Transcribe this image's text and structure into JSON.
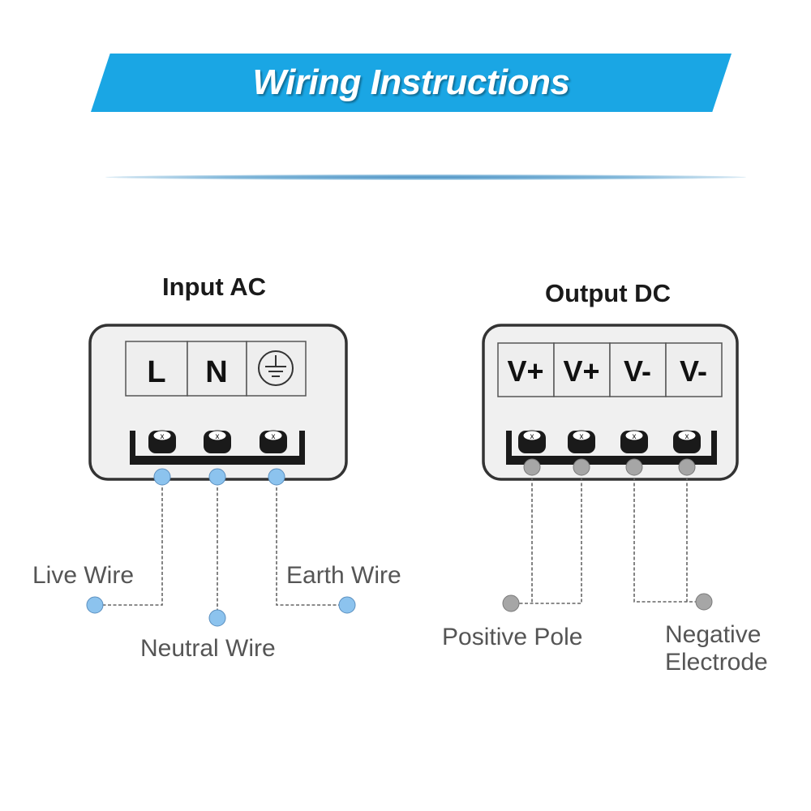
{
  "header": {
    "title": "Wiring Instructions"
  },
  "input_panel": {
    "title": "Input AC",
    "terminals": [
      "L",
      "N"
    ],
    "ground_icon": "earth-ground-icon",
    "labels": {
      "live": "Live Wire",
      "neutral": "Neutral Wire",
      "earth": "Earth Wire"
    }
  },
  "output_panel": {
    "title": "Output DC",
    "terminals": [
      "V+",
      "V+",
      "V-",
      "V-"
    ],
    "labels": {
      "positive": "Positive Pole",
      "negative_line1": "Negative",
      "negative_line2": "Electrode"
    }
  },
  "colors": {
    "banner": "#1aa6e4",
    "input_dot": "#8cc3ee",
    "output_dot": "#9e9e9e",
    "terminal_bar": "#1a1a1a"
  }
}
